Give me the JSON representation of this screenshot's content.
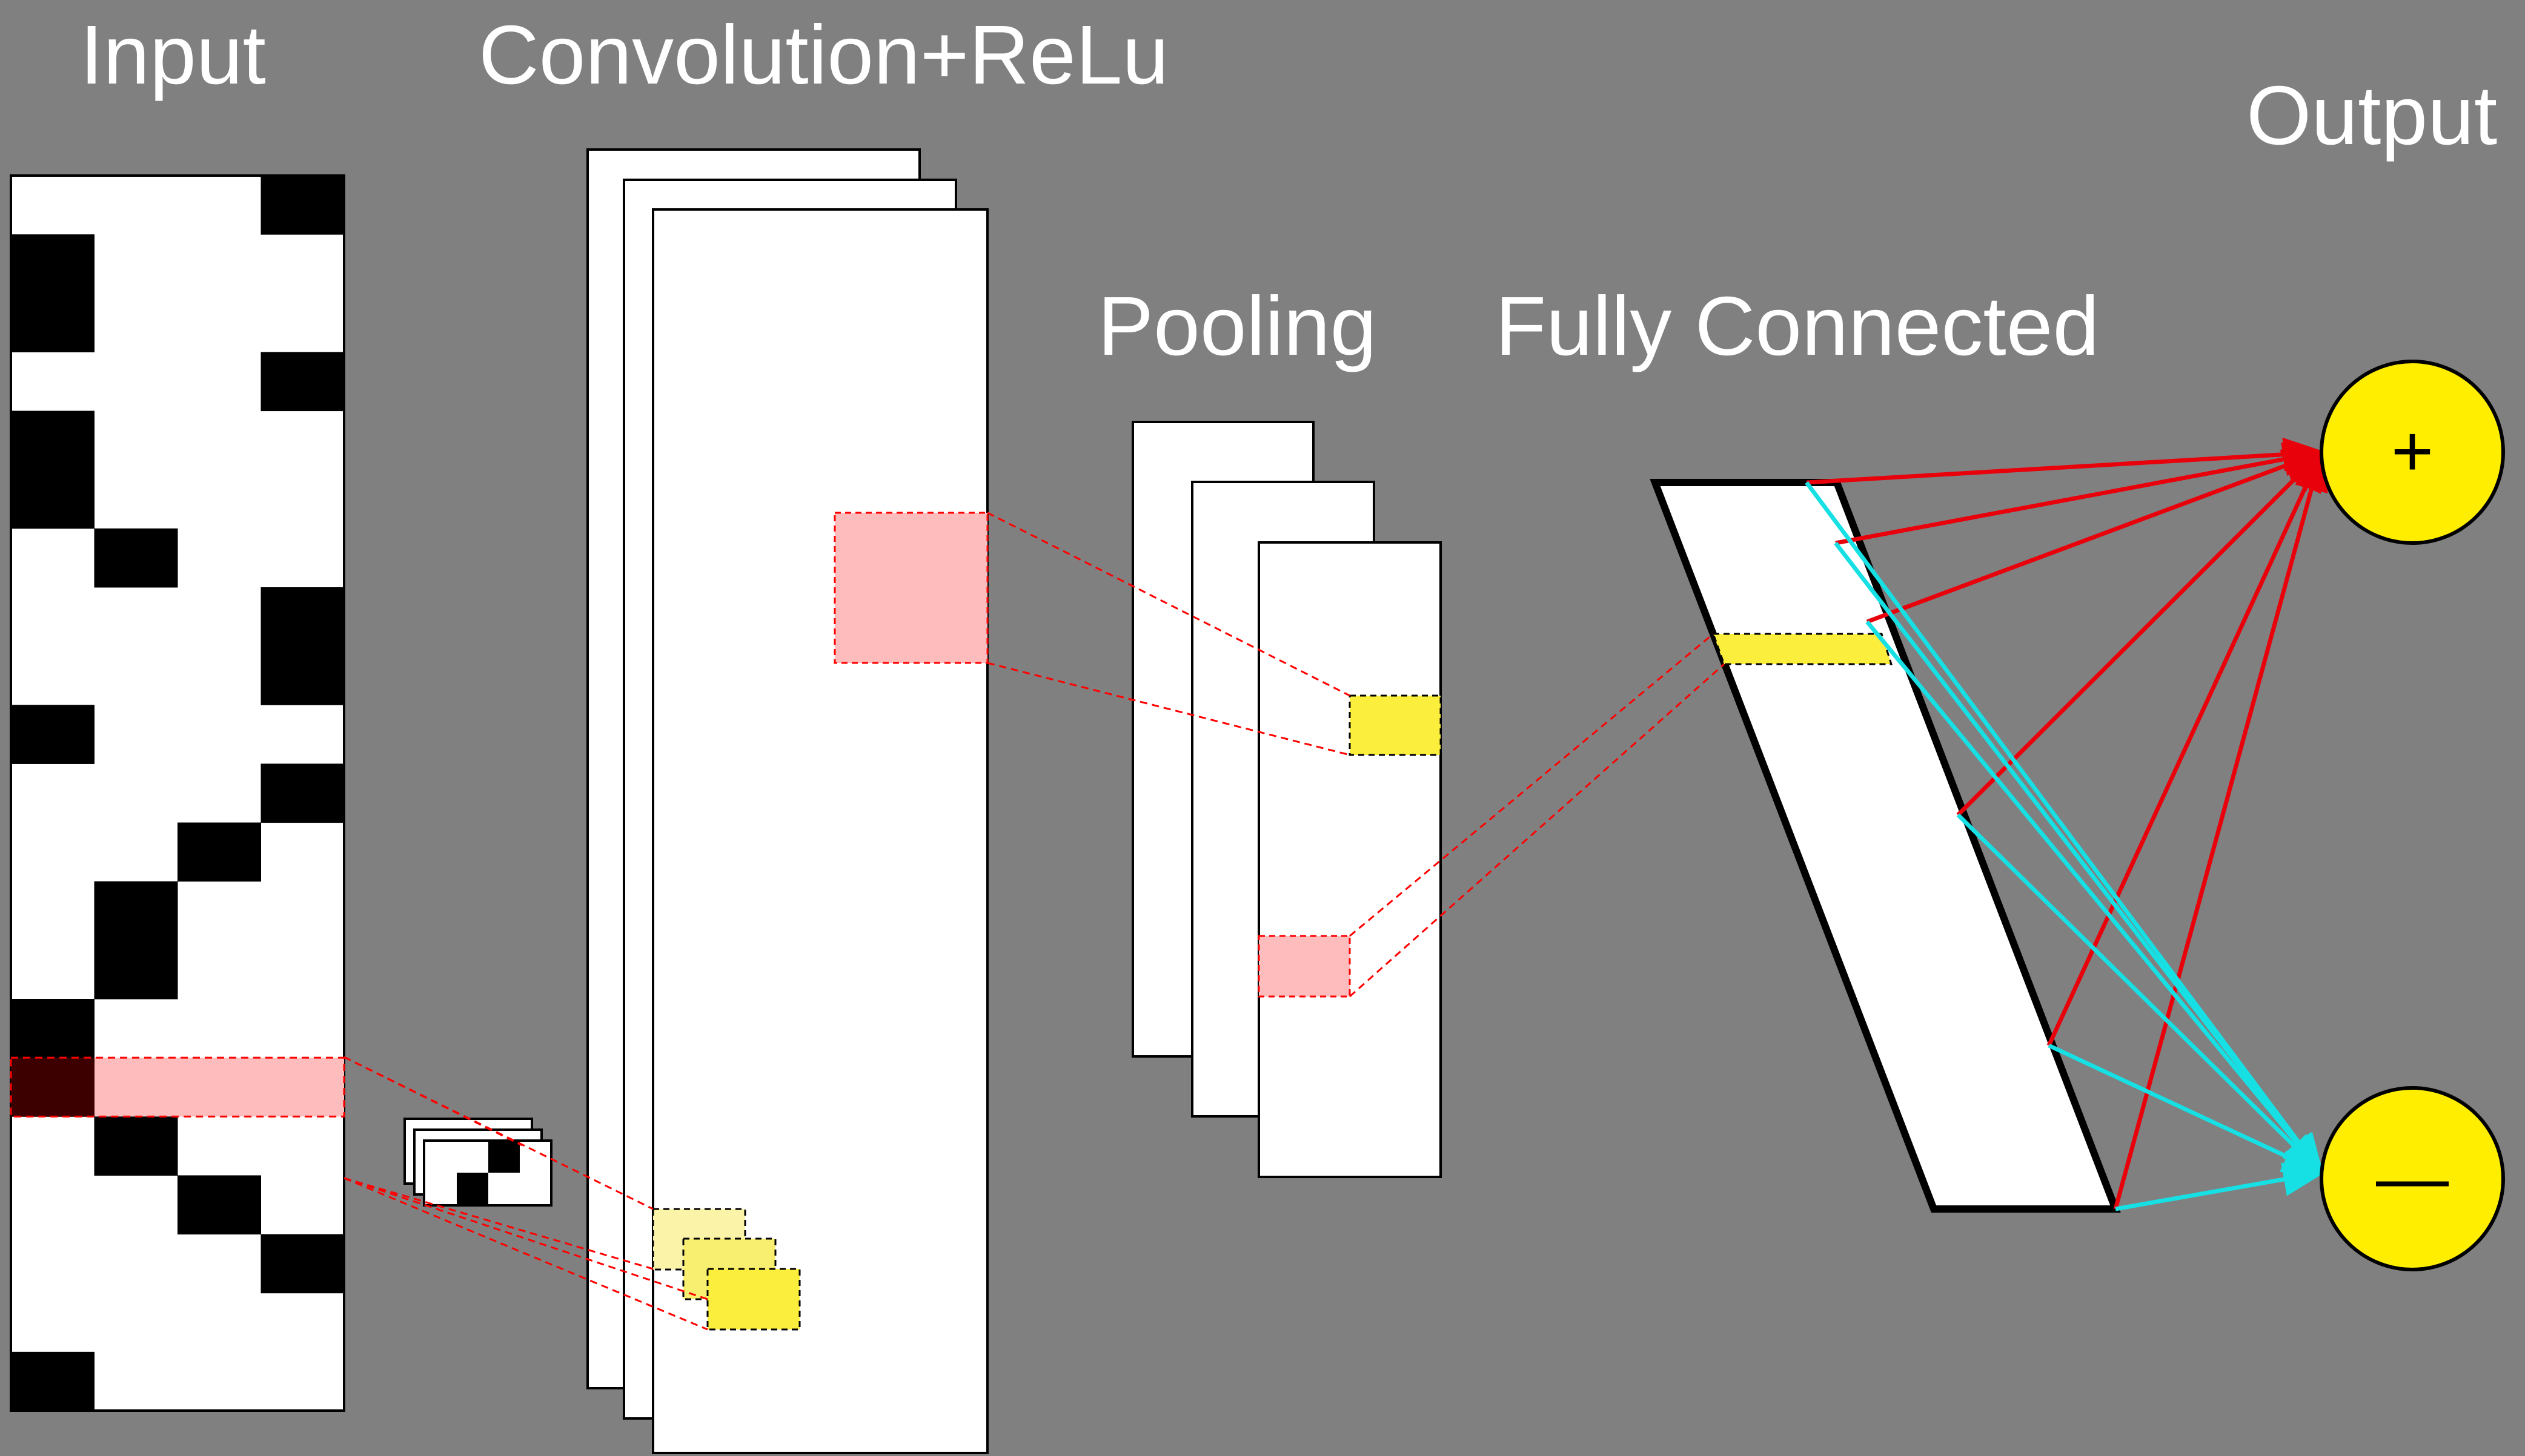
{
  "labels": {
    "input": "Input",
    "convolution": "Convolution+ReLu",
    "pooling": "Pooling",
    "fully_connected": "Fully Connected",
    "output": "Output"
  },
  "outputs": {
    "positive": "+",
    "negative": "—"
  },
  "colors": {
    "background": "#808080",
    "map": "#ffffff",
    "pixel": "#000000",
    "highlight_red": "#ffbcbc",
    "highlight_yellow": "#fcee3c",
    "dashed_line": "#ff0000",
    "positive_connection": "#e8000b",
    "negative_connection": "#16e0e4",
    "output_node": "#ffee00"
  },
  "input_grid": {
    "columns": 4,
    "rows": 21,
    "black_cells": [
      [
        0,
        3
      ],
      [
        1,
        0
      ],
      [
        2,
        0
      ],
      [
        3,
        3
      ],
      [
        4,
        0
      ],
      [
        5,
        0
      ],
      [
        6,
        1
      ],
      [
        7,
        3
      ],
      [
        8,
        3
      ],
      [
        9,
        0
      ],
      [
        10,
        3
      ],
      [
        11,
        2
      ],
      [
        12,
        1
      ],
      [
        13,
        1
      ],
      [
        14,
        0
      ],
      [
        15,
        0
      ],
      [
        16,
        1
      ],
      [
        17,
        2
      ],
      [
        18,
        3
      ],
      [
        20,
        0
      ]
    ],
    "highlighted_row": 15
  }
}
